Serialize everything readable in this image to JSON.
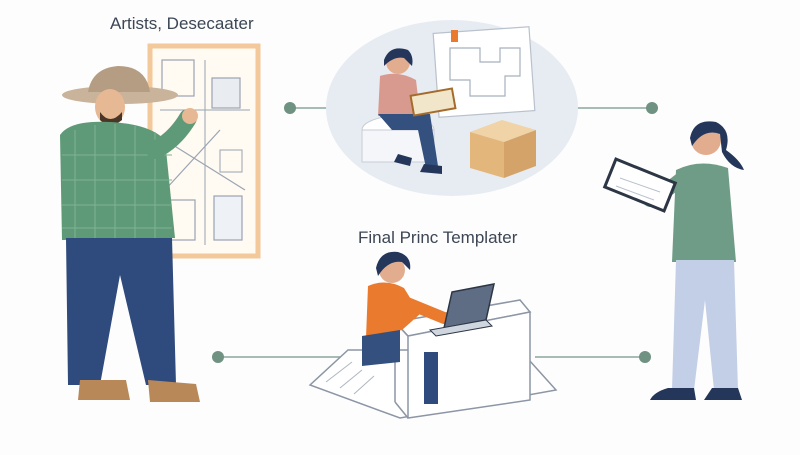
{
  "captions": {
    "top": "Artists, Desecaater",
    "middle": "Final Princ Templater"
  },
  "colors": {
    "connector": "#7f9e93",
    "connector_dot": "#6f9282",
    "bubble": "#e7ecf3",
    "shirt_green": "#5f9a78",
    "jeans": "#2f4a7c",
    "orange": "#ea7a2e",
    "pink": "#d89a8e",
    "sage": "#6f9c86",
    "hair": "#24365a",
    "box": "#e9c28c",
    "board_frame": "#f3c89a"
  },
  "icons": [
    "blueprint-board",
    "cardboard-box",
    "laptop",
    "clipboard",
    "puzzle-sketch"
  ]
}
